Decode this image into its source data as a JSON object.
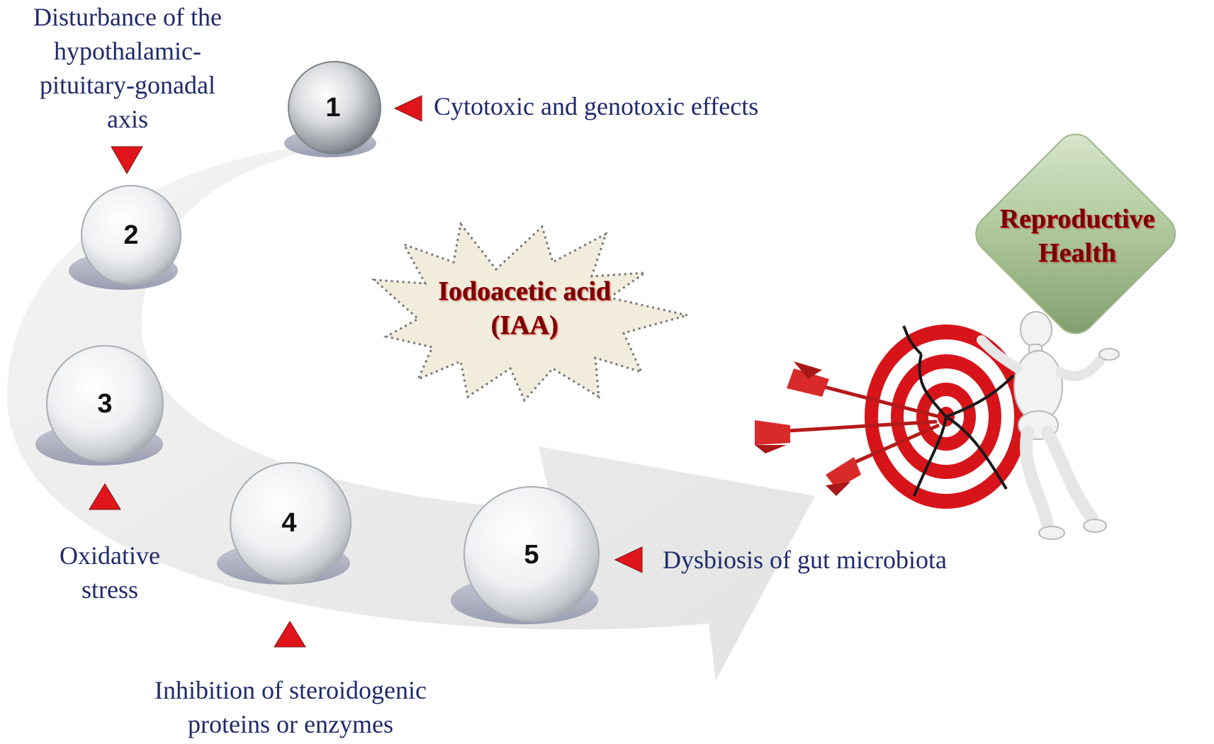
{
  "center_label": {
    "line1": "Iodoacetic acid",
    "line2": "(IAA)"
  },
  "target_label": {
    "line1": "Reproductive",
    "line2": "Health"
  },
  "steps": [
    {
      "number": "1",
      "label": [
        "Cytotoxic and genotoxic effects"
      ]
    },
    {
      "number": "2",
      "label": [
        "Disturbance of the",
        "hypothalamic-",
        "pituitary-gonadal",
        "axis"
      ]
    },
    {
      "number": "3",
      "label": [
        "Oxidative",
        "stress"
      ]
    },
    {
      "number": "4",
      "label": [
        "Inhibition of steroidogenic",
        "proteins or enzymes"
      ]
    },
    {
      "number": "5",
      "label": [
        "Dysbiosis of gut microbiota"
      ]
    }
  ],
  "colors": {
    "text": "#1f2a6b",
    "marker": "#e0151b",
    "arrow_band": "#ececec",
    "diamond": "#a9c493",
    "burst": "#f1ecdc",
    "target_red": "#d7141a"
  },
  "icons": {
    "marker": "red-triangle-icon",
    "target": "dartboard-target-icon",
    "figure": "mannequin-figure-icon"
  }
}
